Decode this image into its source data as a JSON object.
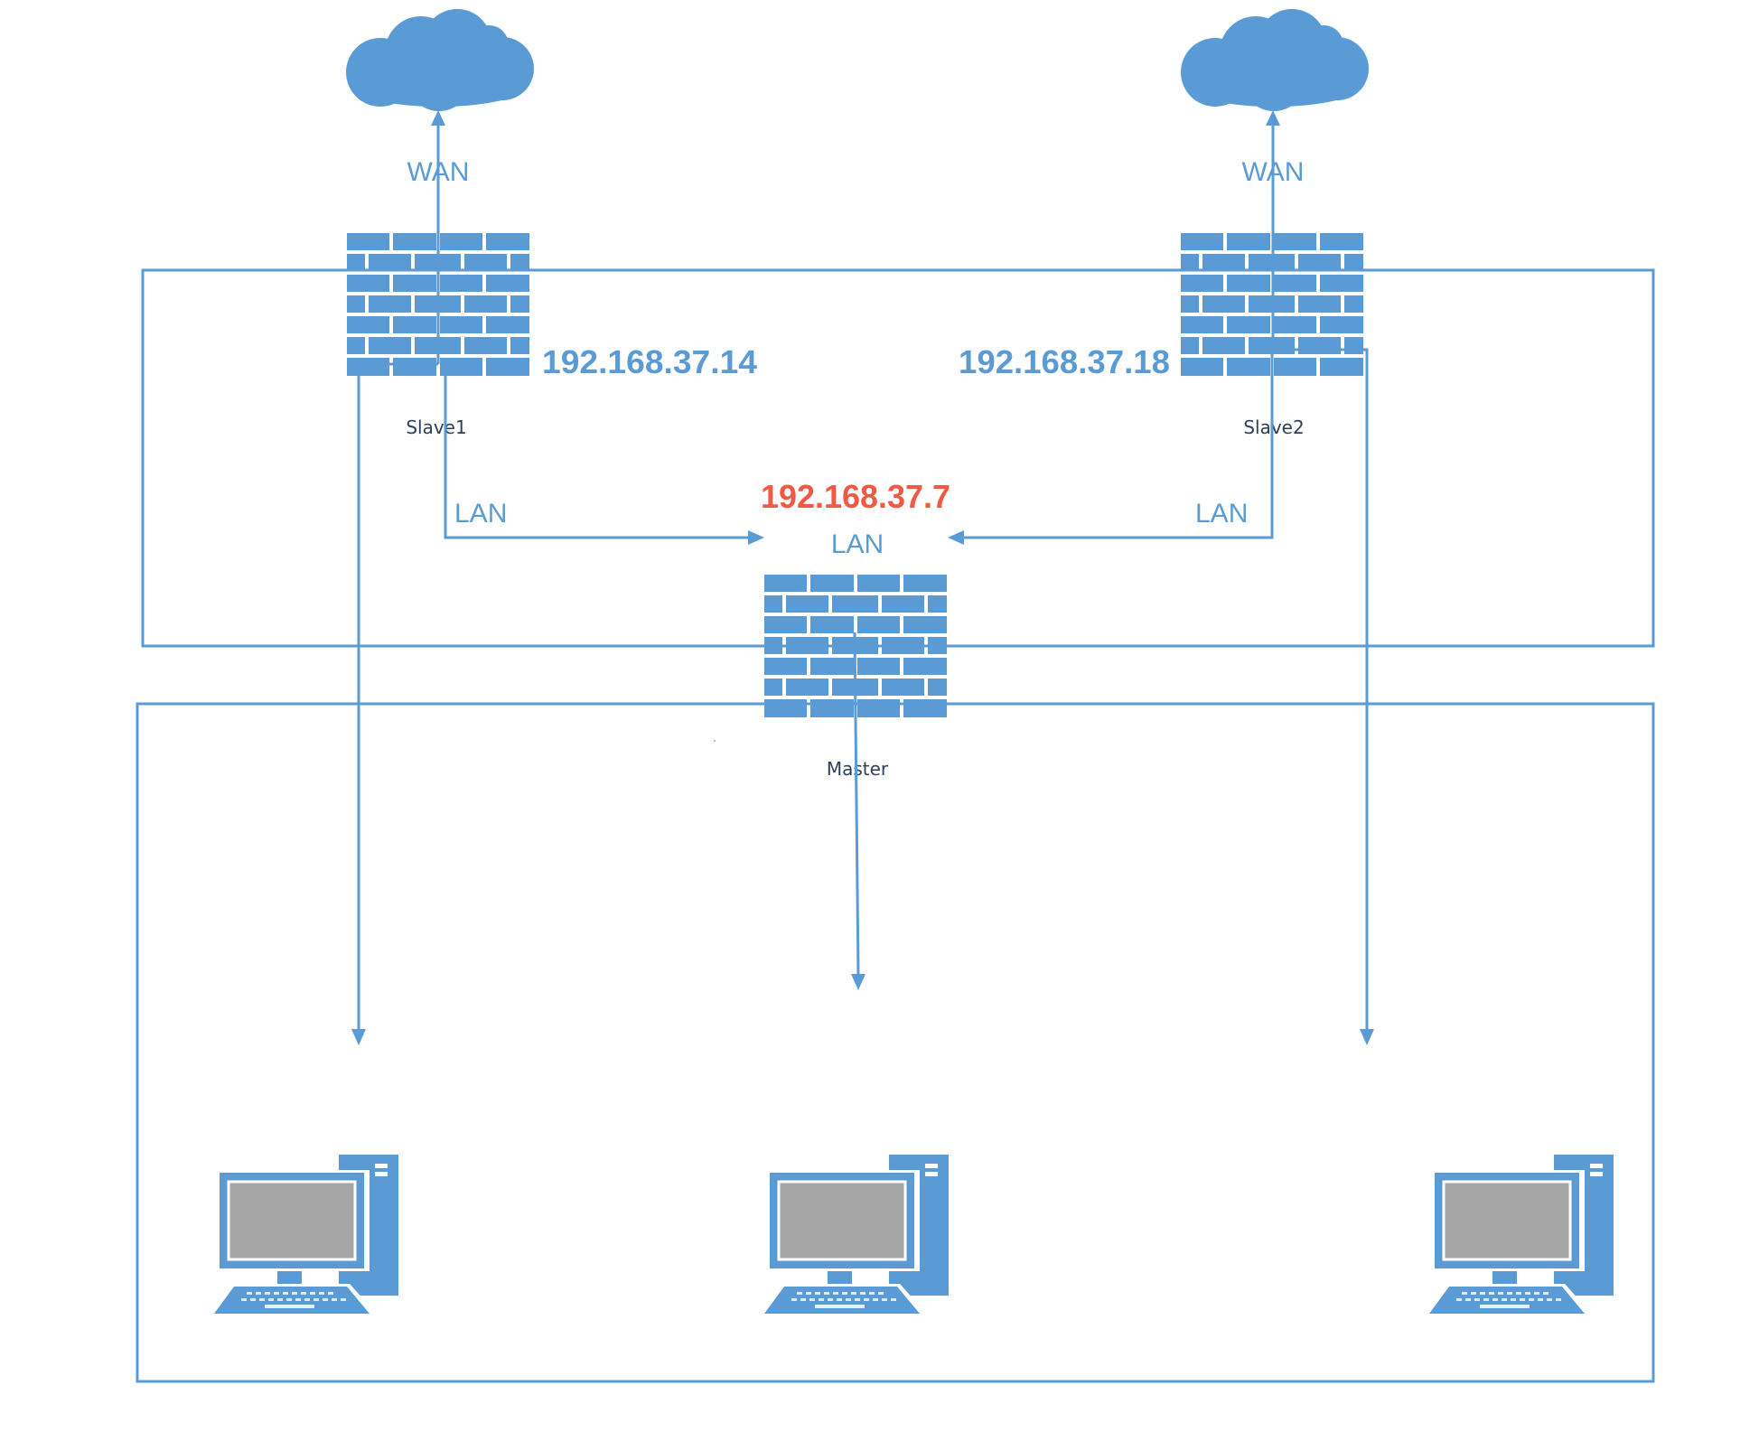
{
  "diagram": {
    "title": "",
    "colors": {
      "primary": "#5b9bd5",
      "master_ip": "#f05a45",
      "node_label": "#2e3f55",
      "screen": "#a5a5a5"
    },
    "clouds": [
      {
        "id": "internet-1",
        "icon": "cloud-icon",
        "link_label": "WAN"
      },
      {
        "id": "internet-2",
        "icon": "cloud-icon",
        "link_label": "WAN"
      }
    ],
    "firewalls": [
      {
        "id": "slave1",
        "icon": "firewall-icon",
        "name": "Slave1",
        "ip": "192.168.37.14",
        "lan_label": "LAN"
      },
      {
        "id": "slave2",
        "icon": "firewall-icon",
        "name": "Slave2",
        "ip": "192.168.37.18",
        "lan_label": "LAN"
      },
      {
        "id": "master",
        "icon": "firewall-icon",
        "name": "Master",
        "ip": "192.168.37.7",
        "lan_label": "LAN"
      }
    ],
    "computers": [
      {
        "id": "pc-1",
        "icon": "desktop-computer-icon"
      },
      {
        "id": "pc-2",
        "icon": "desktop-computer-icon"
      },
      {
        "id": "pc-3",
        "icon": "desktop-computer-icon"
      }
    ],
    "zones": [
      {
        "id": "firewall-cluster-zone"
      },
      {
        "id": "client-network-zone"
      }
    ],
    "connections": [
      {
        "from": "slave1",
        "to": "internet-1",
        "label": "WAN"
      },
      {
        "from": "slave2",
        "to": "internet-2",
        "label": "WAN"
      },
      {
        "from": "slave1",
        "to": "master",
        "label": "LAN"
      },
      {
        "from": "slave2",
        "to": "master",
        "label": "LAN"
      },
      {
        "from": "slave1",
        "to": "pc-1",
        "label": ""
      },
      {
        "from": "master",
        "to": "pc-2",
        "label": ""
      },
      {
        "from": "slave2",
        "to": "pc-3",
        "label": ""
      }
    ]
  }
}
